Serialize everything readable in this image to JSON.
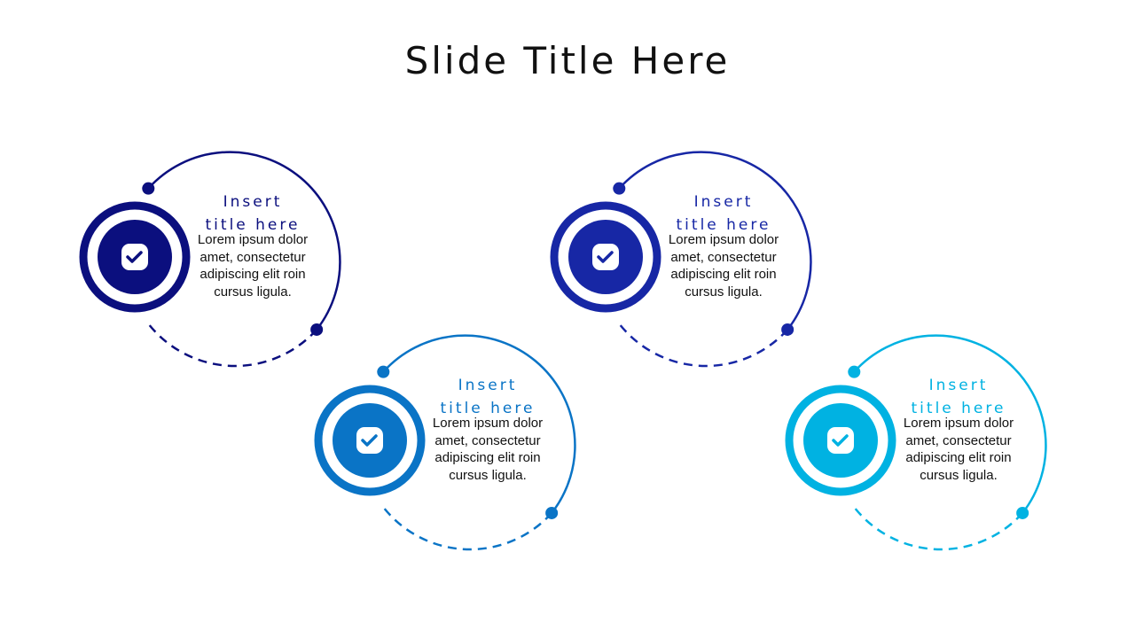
{
  "slide_title": "Slide Title Here",
  "cards": [
    {
      "title_line1": "Insert",
      "title_line2": "title here",
      "body": "Lorem ipsum dolor amet, consectetur adipiscing elit roin cursus ligula.",
      "color": "#0B0F7E",
      "icon": "check-square-icon"
    },
    {
      "title_line1": "Insert",
      "title_line2": "title here",
      "body": "Lorem ipsum dolor amet, consectetur adipiscing elit roin cursus ligula.",
      "color": "#0A74C6",
      "icon": "check-square-icon"
    },
    {
      "title_line1": "Insert",
      "title_line2": "title here",
      "body": "Lorem ipsum dolor amet, consectetur adipiscing elit roin cursus ligula.",
      "color": "#1727A5",
      "icon": "check-square-icon"
    },
    {
      "title_line1": "Insert",
      "title_line2": "title here",
      "body": "Lorem ipsum dolor amet, consectetur adipiscing elit roin cursus ligula.",
      "color": "#00B2E2",
      "icon": "check-square-icon"
    }
  ]
}
